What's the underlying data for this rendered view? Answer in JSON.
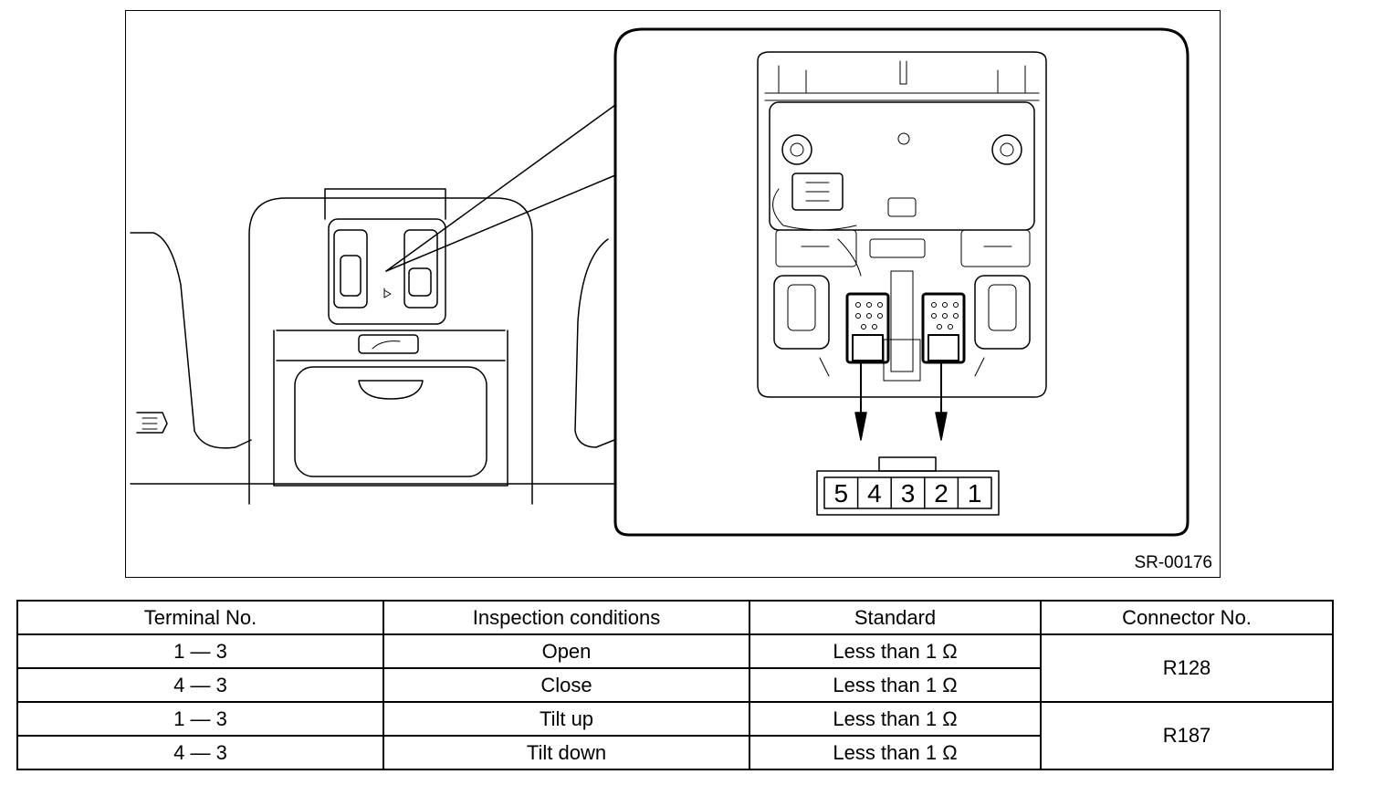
{
  "figure": {
    "figure_id": "SR-00176",
    "connector_terminals": [
      "5",
      "4",
      "3",
      "2",
      "1"
    ]
  },
  "table": {
    "headers": [
      "Terminal No.",
      "Inspection conditions",
      "Standard",
      "Connector No."
    ],
    "rows": [
      {
        "terminal": "1 — 3",
        "condition": "Open",
        "standard": "Less than 1 Ω"
      },
      {
        "terminal": "4 — 3",
        "condition": "Close",
        "standard": "Less than 1 Ω"
      },
      {
        "terminal": "1 — 3",
        "condition": "Tilt up",
        "standard": "Less than 1 Ω"
      },
      {
        "terminal": "4 — 3",
        "condition": "Tilt down",
        "standard": "Less than 1 Ω"
      }
    ],
    "connectors": [
      "R128",
      "R187"
    ]
  }
}
